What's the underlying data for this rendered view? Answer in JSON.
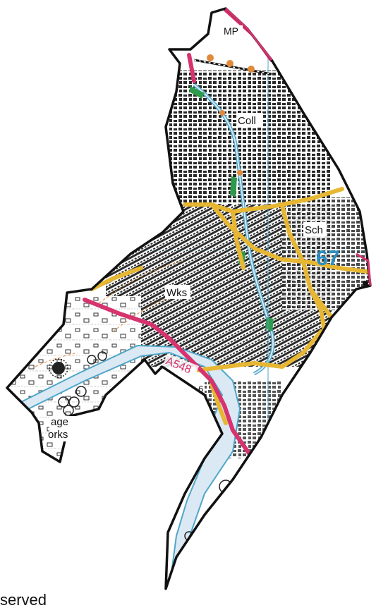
{
  "map": {
    "labels": {
      "mp": "MP",
      "coll": "Coll",
      "sch": "Sch",
      "wks": "Wks",
      "road": "A548",
      "grid": "67",
      "six": "6",
      "works_top": "age",
      "works_bottom": "orks"
    },
    "colors": {
      "boundary": "#111111",
      "main_road": "#e7b733",
      "a_road": "#d6336f",
      "water_fill": "#dbe9f4",
      "water_edge": "#4fa6c9",
      "grid_text": "#2b8fc2",
      "green": "#2e9a4c",
      "building": "#222222",
      "contour": "#e08a3c"
    }
  },
  "caption": "served"
}
